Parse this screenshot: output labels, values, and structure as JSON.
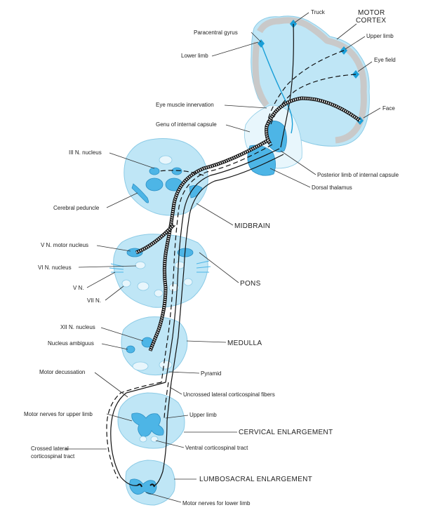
{
  "labels": {
    "truck": "Truck",
    "motor_cortex_line1": "MOTOR",
    "motor_cortex_line2": "CORTEX",
    "paracentral_gyrus": "Paracentral gyrus",
    "upper_limb_cortex": "Upper limb",
    "lower_limb": "Lower limb",
    "eye_field": "Eye field",
    "eye_muscle_innervation": "Eye muscle innervation",
    "face": "Face",
    "genu_internal_capsule": "Genu of internal capsule",
    "posterior_limb": "Posterior limb of internal capsule",
    "dorsal_thalamus": "Dorsal thalamus",
    "iii_nucleus": "III N. nucleus",
    "cerebral_peduncle": "Cerebral peduncle",
    "midbrain": "MIDBRAIN",
    "v_motor_nucleus": "V N. motor nucleus",
    "vi_nucleus": "VI N. nucleus",
    "v_nerve": "V N.",
    "vii_nerve": "VII N.",
    "pons": "PONS",
    "xii_nucleus": "XII N. nucleus",
    "nucleus_ambiguus": "Nucleus ambiguus",
    "medulla": "MEDULLA",
    "motor_decussation": "Motor decussation",
    "pyramid": "Pyramid",
    "uncrossed_lateral": "Uncrossed lateral corticospinal fibers",
    "motor_nerves_upper": "Motor nerves for upper limb",
    "upper_limb_cord": "Upper limb",
    "cervical_enlargement": "CERVICAL ENLARGEMENT",
    "crossed_lateral_line1": "Crossed lateral",
    "crossed_lateral_line2": "corticospinal tract",
    "ventral_corticospinal": "Ventral corticospinal tract",
    "lumbosacral_enlargement": "LUMBOSACRAL ENLARGEMENT",
    "motor_nerves_lower": "Motor nerves for lower limb"
  },
  "colors": {
    "tissue": "#bfe6f6",
    "nucleus": "#4db5e6",
    "cortex_gray": "#c9c9c9",
    "fiber": "#111111"
  }
}
